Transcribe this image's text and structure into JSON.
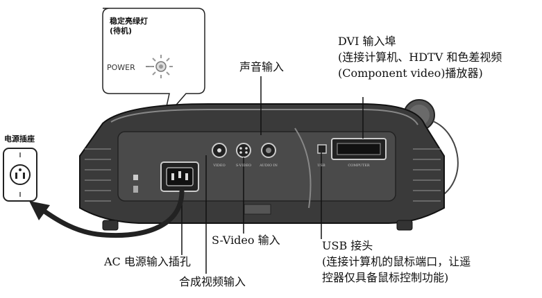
{
  "bubble": {
    "line1": "稳定亮绿灯",
    "line2": "(待机)",
    "power": "POWER"
  },
  "outlet": {
    "title": "电源插座"
  },
  "labels": {
    "audio_in": "声音输入",
    "dvi_line1": "DVI 输入埠",
    "dvi_line2": "(连接计算机、HDTV 和色差视频",
    "dvi_line3": "(Component video)播放器)",
    "ac_inlet": "AC 电源输入插孔",
    "svideo_in": "S-Video 输入",
    "composite_in": "合成视频输入",
    "usb_line1": "USB 接头",
    "usb_line2": "(连接计算机的鼠标端口，让遥",
    "usb_line3": "控器仅具备鼠标控制功能)"
  },
  "panel_text": {
    "video": "VIDEO",
    "svideo": "S-VIDEO",
    "audio": "AUDIO IN",
    "usb": "USB",
    "computer": "COMPUTER"
  }
}
